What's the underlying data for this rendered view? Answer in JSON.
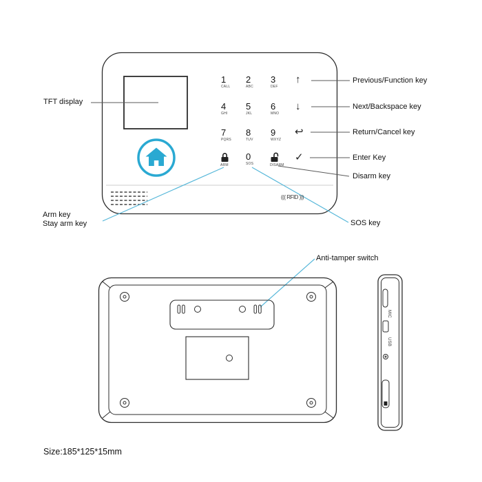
{
  "front": {
    "labels": {
      "tft": "TFT display",
      "previous": "Previous/Function key",
      "next": "Next/Backspace key",
      "return": "Return/Cancel key",
      "enter": "Enter Key",
      "disarm": "Disarm key",
      "arm": "Arm key",
      "stay_arm": "Stay arm key",
      "sos": "SOS key"
    },
    "keys": [
      {
        "digit": "1",
        "sub": "CALL"
      },
      {
        "digit": "2",
        "sub": "ABC"
      },
      {
        "digit": "3",
        "sub": "DEF"
      },
      {
        "digit": "4",
        "sub": "GHI"
      },
      {
        "digit": "5",
        "sub": "JKL"
      },
      {
        "digit": "6",
        "sub": "MNO"
      },
      {
        "digit": "7",
        "sub": "PQRS"
      },
      {
        "digit": "8",
        "sub": "TUV"
      },
      {
        "digit": "9",
        "sub": "WXYZ"
      }
    ],
    "zero_key": {
      "digit": "0",
      "sub": "SOS"
    },
    "arm_key_sub": "ARM",
    "disarm_key_sub": "DISARM",
    "nav": {
      "up": "↑",
      "down": "↓",
      "return": "↩",
      "enter": "✓"
    },
    "rfid": "((( RFID )))"
  },
  "back": {
    "anti_tamper_label": "Anti-tamper switch"
  },
  "side": {
    "mic": "MIC",
    "usb": "USB"
  },
  "size_text": "Size:185*125*15mm",
  "colors": {
    "accent": "#2aa9d2",
    "leader_blue": "#56b7d9",
    "line_dark": "#2b2b2b"
  }
}
